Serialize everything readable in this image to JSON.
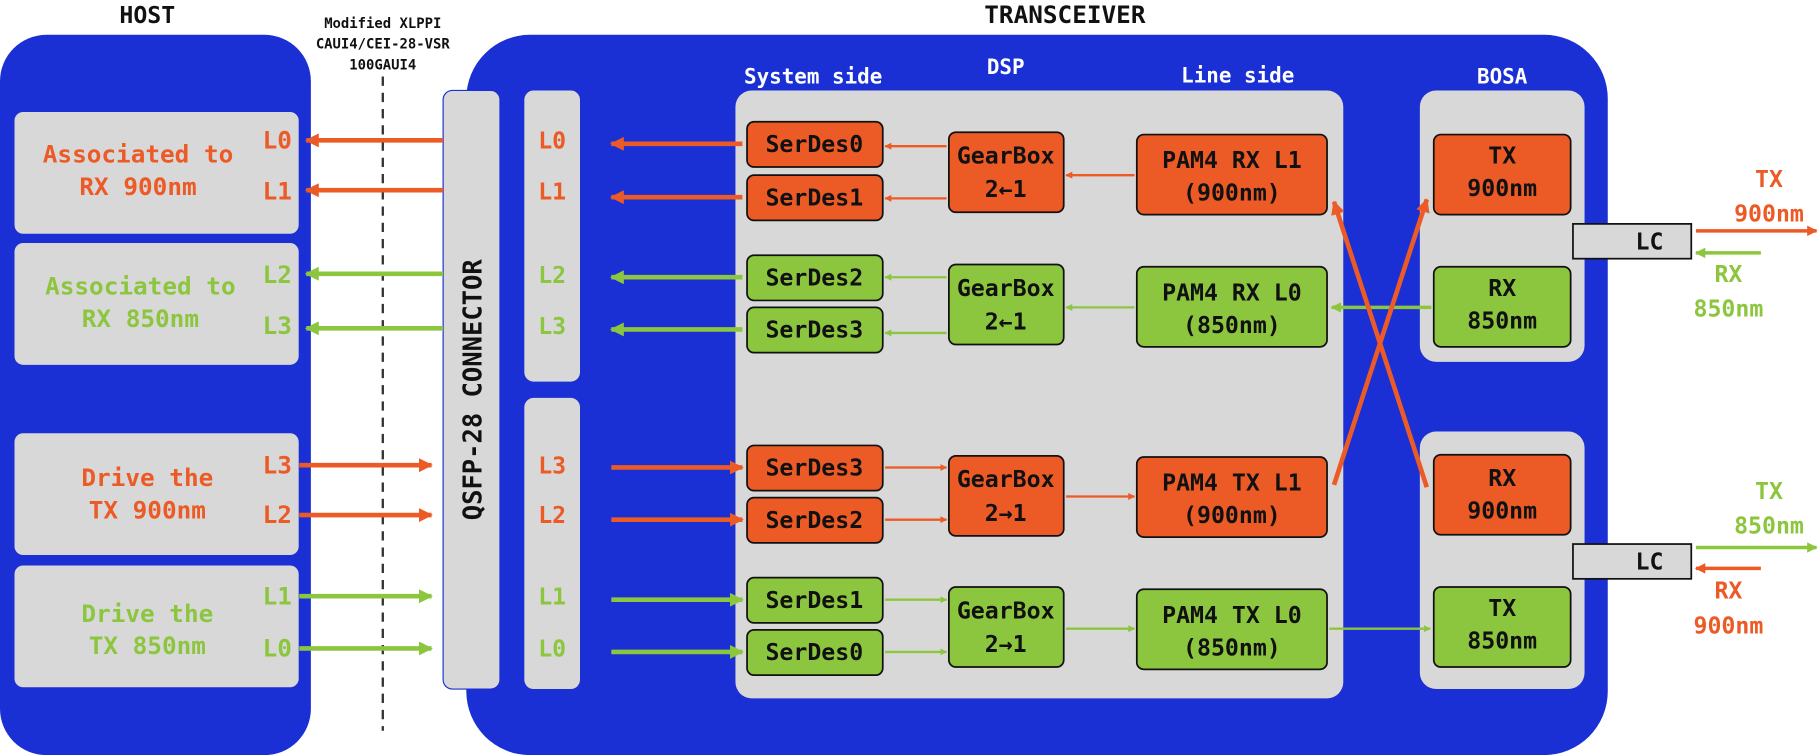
{
  "colors": {
    "blue": "#1a2fd4",
    "gray": "#d8d8d8",
    "orange": "#ec5a26",
    "green": "#8cc63f",
    "black": "#111111"
  },
  "host": {
    "title": "HOST",
    "groups": [
      {
        "lines": [
          "Associated to",
          "RX 900nm"
        ],
        "lanes": [
          "L0",
          "L1"
        ],
        "color": "orange"
      },
      {
        "lines": [
          "Associated to",
          "RX 850nm"
        ],
        "lanes": [
          "L2",
          "L3"
        ],
        "color": "green"
      },
      {
        "lines": [
          "Drive the",
          "TX 900nm"
        ],
        "lanes": [
          "L3",
          "L2"
        ],
        "color": "orange"
      },
      {
        "lines": [
          "Drive the",
          "TX 850nm"
        ],
        "lanes": [
          "L1",
          "L0"
        ],
        "color": "green"
      }
    ]
  },
  "interface": {
    "lines": [
      "Modified XLPPI",
      "CAUI4/CEI-28-VSR",
      "100GAUI4"
    ]
  },
  "transceiver": {
    "title": "TRANSCEIVER",
    "connector_label": "QSFP-28 CONNECTOR",
    "lanes_top": [
      "L0",
      "L1",
      "L2",
      "L3"
    ],
    "lanes_bottom": [
      "L3",
      "L2",
      "L1",
      "L0"
    ],
    "dsp": {
      "title": "DSP",
      "system_side": "System side",
      "line_side": "Line side",
      "serdes": [
        "SerDes0",
        "SerDes1",
        "SerDes2",
        "SerDes3",
        "SerDes3",
        "SerDes2",
        "SerDes1",
        "SerDes0"
      ],
      "gearbox_label": "GearBox",
      "gearbox_ratios": [
        "2←1",
        "2←1",
        "2→1",
        "2→1"
      ],
      "pam4": [
        [
          "PAM4 RX L1",
          "(900nm)"
        ],
        [
          "PAM4 RX L0",
          "(850nm)"
        ],
        [
          "PAM4 TX L1",
          "(900nm)"
        ],
        [
          "PAM4 TX L0",
          "(850nm)"
        ]
      ]
    },
    "bosa": {
      "title": "BOSA",
      "top": [
        [
          "TX",
          "900nm"
        ],
        [
          "RX",
          "850nm"
        ]
      ],
      "bottom": [
        [
          "RX",
          "900nm"
        ],
        [
          "TX",
          "850nm"
        ]
      ],
      "lc": "LC"
    }
  },
  "external": {
    "top": [
      [
        "TX",
        "900nm"
      ],
      [
        "RX",
        "850nm"
      ]
    ],
    "bottom": [
      [
        "TX",
        "850nm"
      ],
      [
        "RX",
        "900nm"
      ]
    ]
  }
}
